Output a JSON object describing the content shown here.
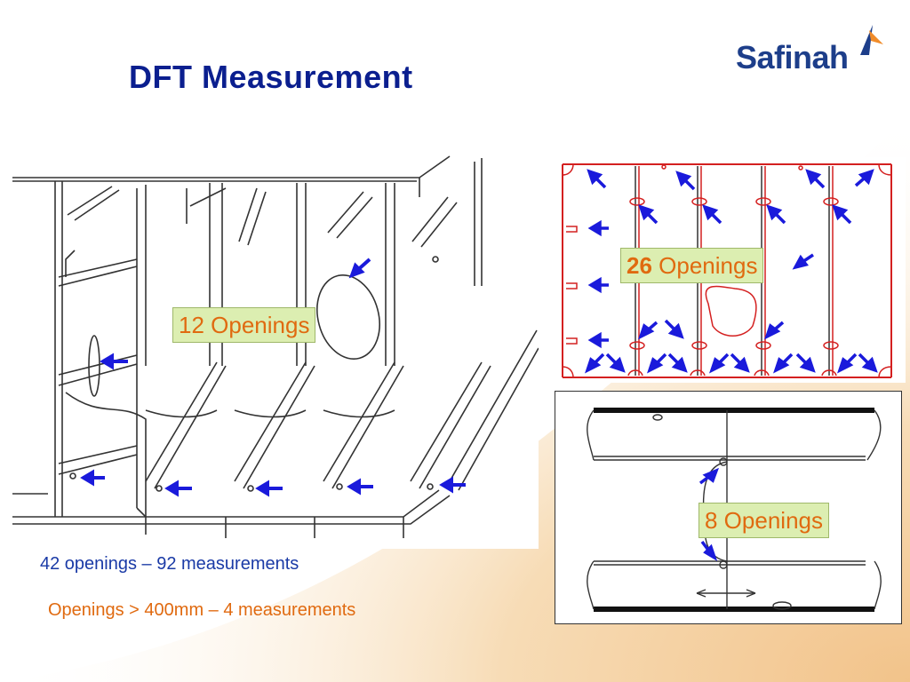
{
  "slide": {
    "title": "DFT Measurement",
    "logo_text": "Safinah",
    "colors": {
      "title": "#0b1f8f",
      "accent_orange": "#e06a10",
      "arrow_blue": "#1a1adb",
      "label_bg": "#dceeb1",
      "outline_red": "#d42020"
    }
  },
  "figures": {
    "left_label": "12 Openings",
    "top_right_label_number": "26",
    "top_right_label_text": " Openings",
    "bottom_right_label": "8 Openings"
  },
  "notes": {
    "line1": "42 openings – 92 measurements",
    "line2": "Openings  > 400mm – 4 measurements"
  }
}
